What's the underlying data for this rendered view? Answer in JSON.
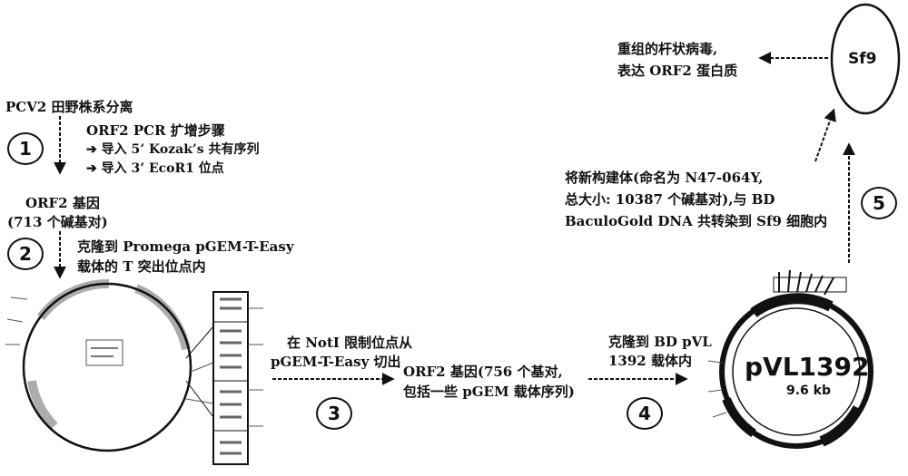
{
  "source": "PCV2 田野株系分离",
  "step1": {
    "num": "1",
    "line1": "ORF2 PCR 扩增步骤",
    "line2": "导入 5’ Kozak’s 共有序列",
    "line3": "导入 3’ EcoR1 位点"
  },
  "gene1": {
    "line1": "ORF2 基因",
    "line2": "(713 个碱基对)"
  },
  "step2": {
    "num": "2",
    "line1": "克隆到 Promega pGEM-T-Easy",
    "line2": "载体的 T 突出位点内"
  },
  "step3": {
    "num": "3",
    "line1": "在 NotI 限制位点从",
    "line2": "pGEM-T-Easy 切出"
  },
  "gene2": {
    "line1": "ORF2 基因(756 个基对,",
    "line2": "包括一些 pGEM 载体序列)"
  },
  "step4": {
    "num": "4",
    "line1": "克隆到 BD pVL",
    "line2": "1392 载体内"
  },
  "vector": {
    "name": "pVL1392",
    "size": "9.6 kb"
  },
  "step5": {
    "num": "5",
    "line1": "将新构建体(命名为 N47-064Y,",
    "line2": "总大小: 10387 个碱基对),与 BD",
    "line3": "BaculoGold DNA 共转染到 Sf9 细胞内"
  },
  "cell": {
    "label": "Sf9"
  },
  "result": {
    "line1": "重组的杆状病毒,",
    "line2": "表达 ORF2 蛋白质"
  }
}
